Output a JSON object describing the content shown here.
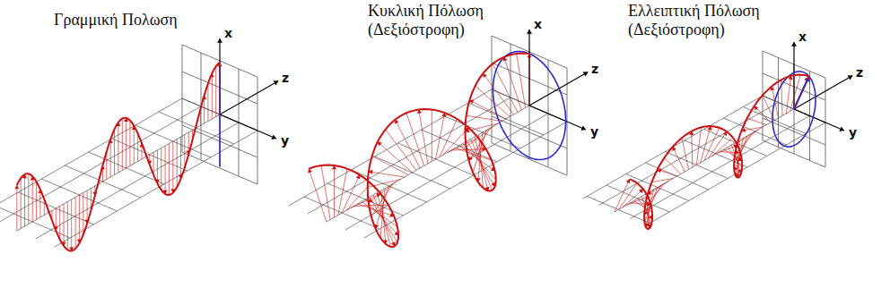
{
  "diagram": {
    "labels": [
      "Γραμμική Πολωση",
      "x",
      "z",
      "y",
      "Κυκλική Πόλωση (Δεξιόστροφη)",
      "x",
      "z",
      "y",
      "Ελλειπτική Πόλωση (Δεξιόστροφη)",
      "x",
      "z",
      "y"
    ]
  }
}
